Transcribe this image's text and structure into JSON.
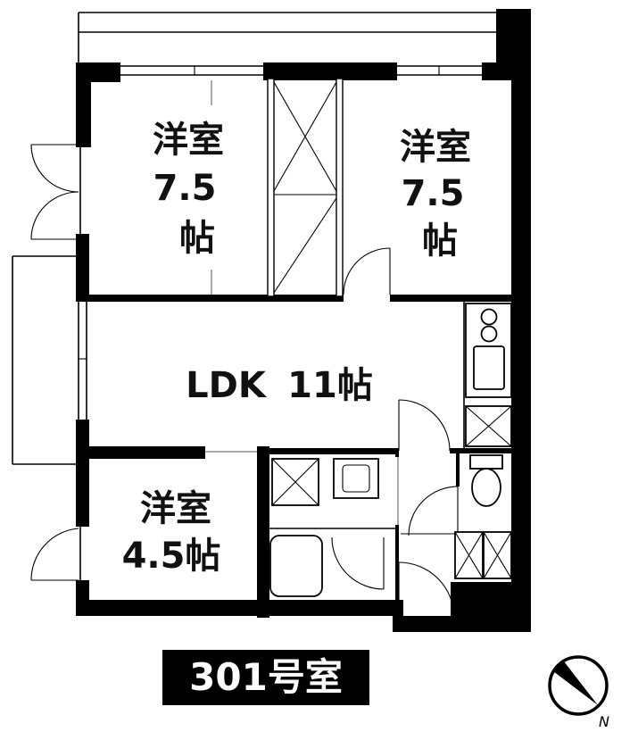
{
  "floorplan": {
    "title": "301号室",
    "rooms": {
      "bedroom_top_left": {
        "name": "洋室",
        "size": "7.5",
        "unit": "帖"
      },
      "bedroom_top_right": {
        "name": "洋室",
        "size": "7.5",
        "unit": "帖"
      },
      "ldk": {
        "name": "LDK",
        "size": "11帖"
      },
      "bedroom_bottom_left": {
        "name": "洋室",
        "size": "4.5帖"
      }
    },
    "compass": {
      "label": "N"
    },
    "colors": {
      "wall": "#000000",
      "background": "#ffffff",
      "label_bg": "#000000",
      "label_text": "#ffffff"
    }
  }
}
